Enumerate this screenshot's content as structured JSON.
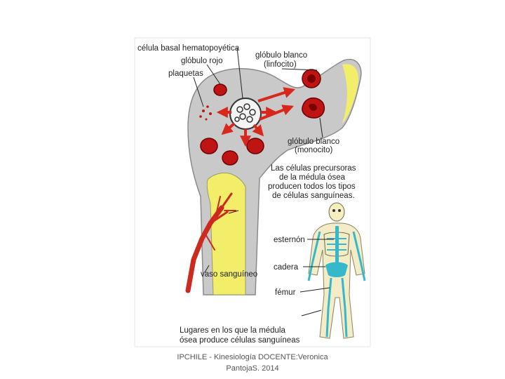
{
  "labels": {
    "stem_cell": "célula basal hematopoyética",
    "red_cell": "glóbulo rojo",
    "platelets": "plaquetas",
    "lymphocyte_1": "glóbulo blanco",
    "lymphocyte_2": "(linfocito)",
    "monocyte_1": "glóbulo blanco",
    "monocyte_2": "(monocito)",
    "vessel": "vaso sanguíneo",
    "sternum": "esternón",
    "hip": "cadera",
    "femur": "fémur"
  },
  "caption_top": [
    "Las células precursoras",
    "de la médula ósea",
    "producen todos los tipos",
    "de células sanguíneas."
  ],
  "caption_bottom": [
    "Lugares en los que la médula",
    "ósea produce células sanguíneas"
  ],
  "footer": {
    "line1": "IPCHILE - Kinesiología    DOCENTE:Veronica",
    "line2": "PantojaS. 2014"
  },
  "colors": {
    "bone": "#c8c8c8",
    "marrow": "#f3ee6a",
    "cell_red": "#c01414",
    "arrow": "#d8281e",
    "skeleton_bone": "#f5efc0",
    "marrow_blue": "#35b8c9"
  }
}
